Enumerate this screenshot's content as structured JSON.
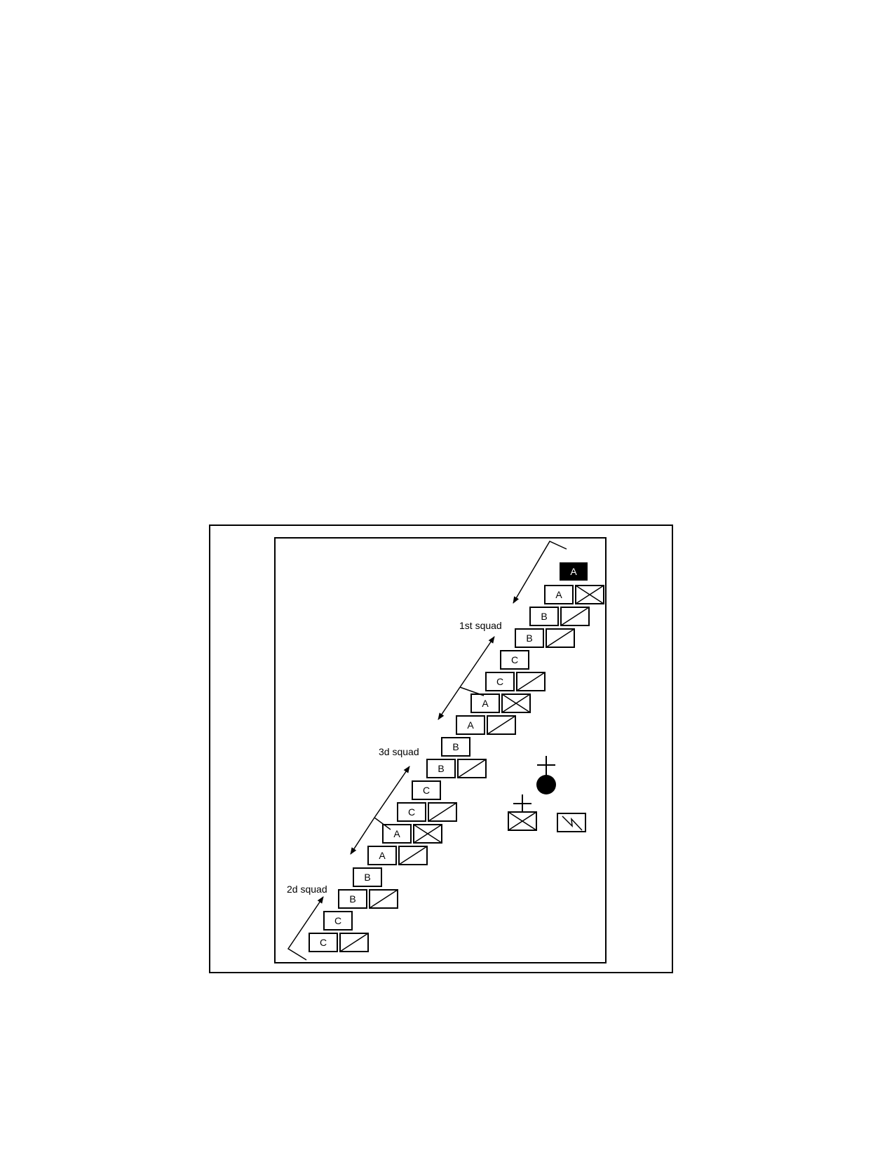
{
  "labels": {
    "squad1": "1st squad",
    "squad3": "3d squad",
    "squad2": "2d squad"
  },
  "letters": {
    "leader": "A",
    "u1": "A",
    "u2": "B",
    "u3": "B",
    "u4": "C",
    "u5": "C",
    "u6": "A",
    "u7": "A",
    "u8": "B",
    "u9": "B",
    "u10": "C",
    "u11": "C",
    "u12": "A",
    "u13": "A",
    "u14": "B",
    "u15": "B",
    "u16": "C",
    "u17": "C"
  },
  "colors": {
    "ink": "#000000",
    "paper": "#ffffff"
  }
}
